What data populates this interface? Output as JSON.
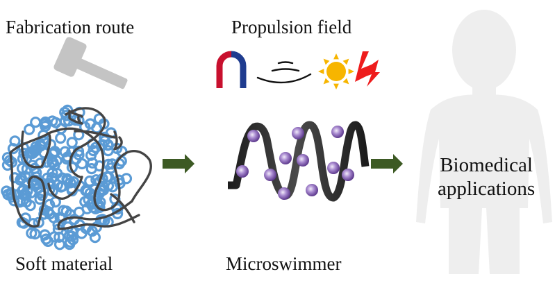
{
  "diagram": {
    "stages": [
      {
        "id": "soft-material",
        "label": "Soft material",
        "icon": "polymer-network-icon"
      },
      {
        "id": "microswimmer",
        "label": "Microswimmer",
        "icon": "helical-microswimmer-icon"
      },
      {
        "id": "biomedical",
        "label": "Biomedical applications",
        "label_lines": [
          "Biomedical",
          "applications"
        ],
        "icon": "human-silhouette-icon"
      }
    ],
    "fabrication": {
      "label": "Fabrication route",
      "icon": "hammer-icon"
    },
    "propulsion": {
      "label": "Propulsion field",
      "icons": [
        "magnet-icon",
        "acoustic-wave-icon",
        "light-sun-icon",
        "electric-bolt-icon"
      ]
    },
    "arrows": [
      {
        "from": "soft-material",
        "to": "microswimmer"
      },
      {
        "from": "microswimmer",
        "to": "biomedical"
      }
    ],
    "colors": {
      "arrow": "#3d5a24",
      "bead_ring": "#5b9bd5",
      "polymer_chain": "#444444",
      "hammer": "#c4c4c4",
      "magnet_north": "#c8102e",
      "magnet_south": "#1f3c8f",
      "sun": "#f7b500",
      "bolt": "#ee1c1c",
      "helix": "#2b2b2b",
      "particle": "#7b4fa8",
      "silhouette": "#eeeeee"
    }
  }
}
